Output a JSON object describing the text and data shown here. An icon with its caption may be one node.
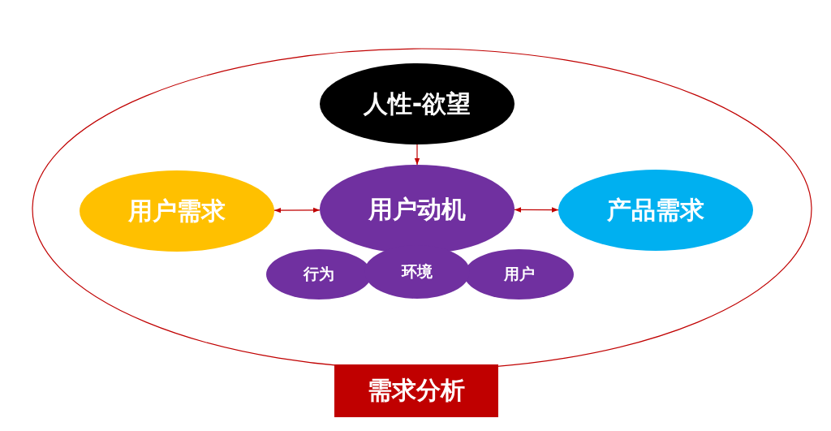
{
  "diagram": {
    "nodes": [
      {
        "text": [],
        "shape": "ellipse"
      },
      {
        "text": [
          "人性-欲望"
        ],
        "in": 0
      },
      {
        "text": [
          "用户需求"
        ],
        "in": 0
      },
      {
        "text": [
          "用户动机"
        ],
        "in": 0
      },
      {
        "text": [
          "产品需求"
        ],
        "in": 0
      },
      {
        "text": [
          "行为"
        ],
        "in": 0
      },
      {
        "text": [
          "环境"
        ],
        "in": 0
      },
      {
        "text": [
          "用户"
        ],
        "in": 0
      },
      {
        "text": [
          "需求分析"
        ]
      }
    ],
    "edges": [
      {
        "from": 1,
        "to": 3,
        "arrow": "to"
      },
      {
        "from": 2,
        "to": 3,
        "arrow": "both"
      },
      {
        "from": 3,
        "to": 4,
        "arrow": "both"
      }
    ]
  }
}
